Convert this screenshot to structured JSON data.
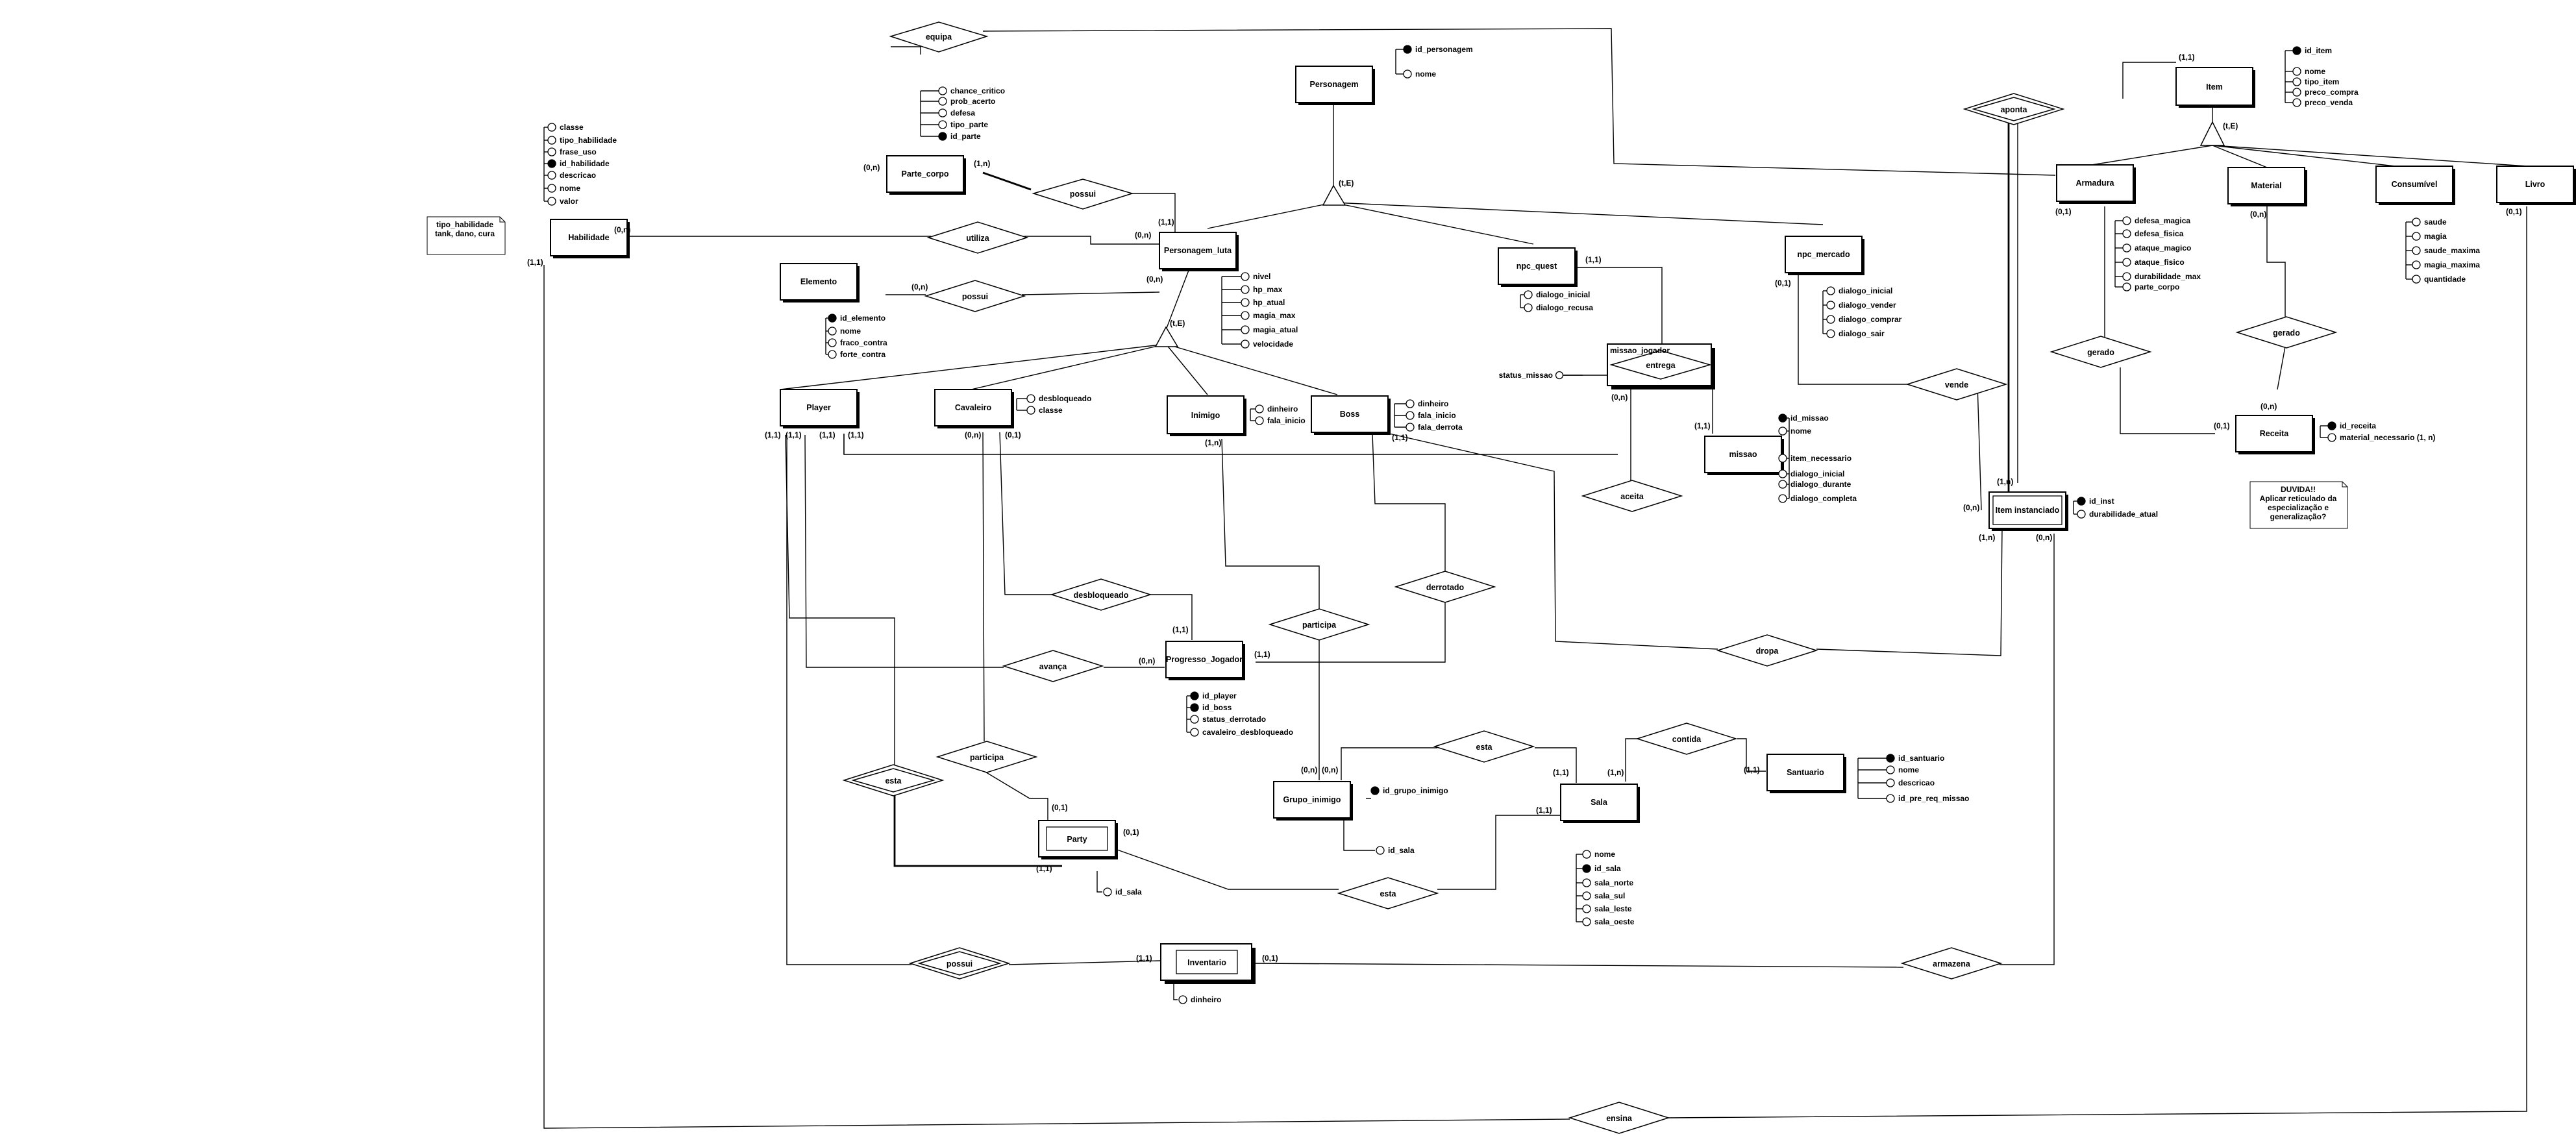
{
  "entities": {
    "personagem": "Personagem",
    "item": "Item",
    "parte_corpo": "Parte_corpo",
    "habilidade": "Habilidade",
    "personagem_luta": "Personagem_luta",
    "elemento": "Elemento",
    "npc_quest": "npc_quest",
    "npc_mercado": "npc_mercado",
    "armadura": "Armadura",
    "material": "Material",
    "consumivel": "Consumível",
    "livro": "Livro",
    "player": "Player",
    "cavaleiro": "Cavaleiro",
    "inimigo": "Inimigo",
    "boss": "Boss",
    "missao_jogador": "missao_jogador",
    "missao": "missao",
    "item_instanciado": "Item instanciado",
    "receita": "Receita",
    "progresso_jogador": "Progresso_Jogador",
    "grupo_inimigo": "Grupo_inimigo",
    "sala": "Sala",
    "santuario": "Santuario",
    "party": "Party",
    "inventario": "Inventario"
  },
  "relationships": {
    "equipa": "equipa",
    "possui_parte": "possui",
    "utiliza": "utiliza",
    "possui_elemento": "possui",
    "aponta": "aponta",
    "entrega": "entrega",
    "vende": "vende",
    "gerado_armadura": "gerado",
    "gerado_material": "gerado",
    "aceita": "aceita",
    "desbloqueado": "desbloqueado",
    "derrotado": "derrotado",
    "participa_inimigo": "participa",
    "avanca": "avança",
    "dropa": "dropa",
    "esta_sala": "esta",
    "contida": "contida",
    "participa_cavaleiro": "participa",
    "esta_party": "esta",
    "esta_grupo": "esta",
    "possui_inventario": "possui",
    "armazena": "armazena",
    "ensina": "ensina"
  },
  "attributes": {
    "personagem": [
      "id_personagem",
      "nome"
    ],
    "item": [
      "id_item",
      "nome",
      "tipo_item",
      "preco_compra",
      "preco_venda"
    ],
    "parte_corpo": [
      "chance_critico",
      "prob_acerto",
      "defesa",
      "tipo_parte",
      "id_parte"
    ],
    "habilidade": [
      "classe",
      "tipo_habilidade",
      "frase_uso",
      "id_habilidade",
      "descricao",
      "nome",
      "valor"
    ],
    "personagem_luta": [
      "nivel",
      "hp_max",
      "hp_atual",
      "magia_max",
      "magia_atual",
      "velocidade"
    ],
    "elemento": [
      "id_elemento",
      "nome",
      "fraco_contra",
      "forte_contra"
    ],
    "npc_quest": [
      "dialogo_inicial",
      "dialogo_recusa"
    ],
    "npc_mercado": [
      "dialogo_inicial",
      "dialogo_vender",
      "dialogo_comprar",
      "dialogo_sair"
    ],
    "armadura": [
      "defesa_magica",
      "defesa_fisica",
      "ataque_magico",
      "ataque_fisico",
      "durabilidade_max",
      "parte_corpo"
    ],
    "consumivel": [
      "saude",
      "magia",
      "saude_maxima",
      "magia_maxima",
      "quantidade"
    ],
    "cavaleiro": [
      "desbloqueado",
      "classe"
    ],
    "inimigo": [
      "dinheiro",
      "fala_inicio"
    ],
    "boss": [
      "dinheiro",
      "fala_inicio",
      "fala_derrota"
    ],
    "missao": [
      "id_missao",
      "nome",
      "item_necessario",
      "dialogo_inicial",
      "dialogo_durante",
      "dialogo_completa"
    ],
    "item_instanciado": [
      "id_inst",
      "durabilidade_atual"
    ],
    "receita": [
      "id_receita",
      "material_necessario (1, n)"
    ],
    "progresso_jogador": [
      "id_player",
      "id_boss",
      "status_derrotado",
      "cavaleiro_desbloqueado"
    ],
    "grupo_inimigo": [
      "id_grupo_inimigo",
      "id_sala"
    ],
    "sala": [
      "nome",
      "id_sala",
      "sala_norte",
      "sala_sul",
      "sala_leste",
      "sala_oeste"
    ],
    "santuario": [
      "id_santuario",
      "nome",
      "descricao",
      "id_pre_req_missao"
    ],
    "party": [
      "id_sala"
    ],
    "inventario": [
      "dinheiro"
    ],
    "missao_status": "status_missao"
  },
  "specializations": {
    "personagem": "(t,E)",
    "item": "(t,E)",
    "personagem_luta": "(t,E)"
  },
  "cardinalities": {
    "item_top": "(1,1)",
    "parte_left": "(0,n)",
    "parte_right": "(1,n)",
    "hab_right": "(0,n)",
    "hab_bottom": "(1,1)",
    "pl_top": "(1,1)",
    "pl_utiliza": "(0,n)",
    "pl_possui": "(0,n)",
    "elem_right": "(0,n)",
    "npcq_right": "(1,1)",
    "npcm_left": "(0,1)",
    "arm_left": "(0,1)",
    "mat_bottom": "(0,n)",
    "livro_bottom": "(0,1)",
    "mj_bottom": "(0,n)",
    "missao_left": "(1,1)",
    "ii_top": "(1,n)",
    "ii_left": "(0,n)",
    "ii_bl": "(1,n)",
    "ii_br": "(0,n)",
    "rec_top": "(0,n)",
    "rec_left": "(0,1)",
    "player_1": "(1,1)",
    "player_2": "(1,1)",
    "player_3": "(1,1)",
    "player_4": "(1,1)",
    "cav_left": "(0,n)",
    "cav_right": "(0,1)",
    "inim_bottom": "(1,n)",
    "boss_bottom": "(1,1)",
    "prog_top": "(1,1)",
    "prog_left": "(0,n)",
    "prog_right": "(1,1)",
    "grupo_left": "(0,n)",
    "grupo_right": "(0,n)",
    "sala_top_left": "(1,1)",
    "sala_top_right": "(1,n)",
    "sala_left": "(1,1)",
    "sant_left": "(1,1)",
    "party_top": "(0,1)",
    "party_right": "(0,1)",
    "party_bottom": "(1,1)",
    "inv_left": "(1,1)",
    "inv_right": "(0,1)"
  },
  "notes": {
    "tipo_habilidade": [
      "tipo_habilidade",
      "tank, dano, cura"
    ],
    "duvida": [
      "DUVIDA!!",
      "Aplicar reticulado da",
      "especialização e",
      "generalização?"
    ]
  }
}
